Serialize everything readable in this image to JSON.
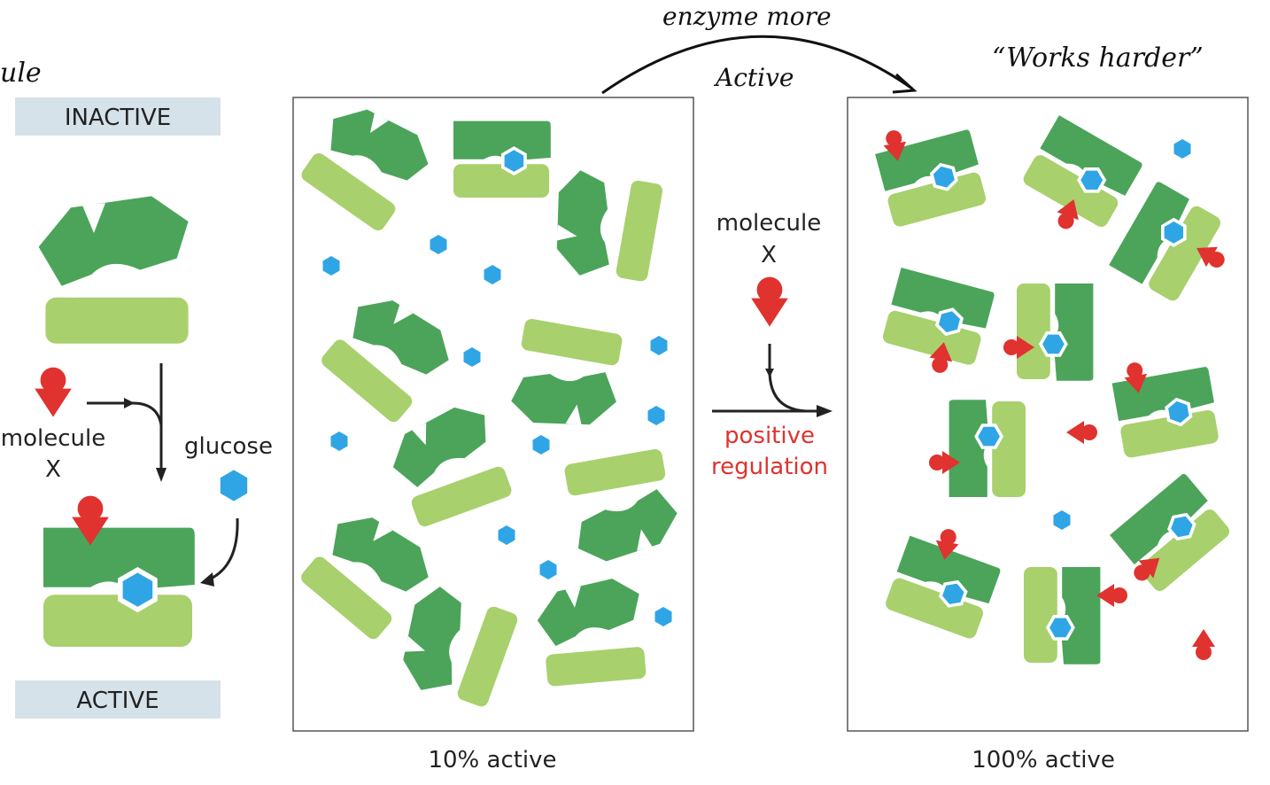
{
  "annotations": {
    "top_left_fragment": "ule",
    "arrow_top": "enzyme more",
    "arrow_bottom": "Active",
    "quote": "“Works harder”"
  },
  "left_panel": {
    "inactive_label": "INACTIVE",
    "active_label": "ACTIVE",
    "molecule_label_line1": "molecule",
    "molecule_label_line2": "X",
    "glucose_label": "glucose"
  },
  "middle": {
    "molecule_label_line1": "molecule",
    "molecule_label_line2": "X",
    "regulation_line1": "positive",
    "regulation_line2": "regulation"
  },
  "panels": {
    "before_caption": "10% active",
    "after_caption": "100% active"
  },
  "colors": {
    "dark_green": "#4ba45a",
    "light_green": "#a8d06c",
    "glucose_blue": "#2fa5e6",
    "activator_red": "#e0322e",
    "label_box": "#d5e2ea",
    "regulation_text": "#e0322e"
  }
}
